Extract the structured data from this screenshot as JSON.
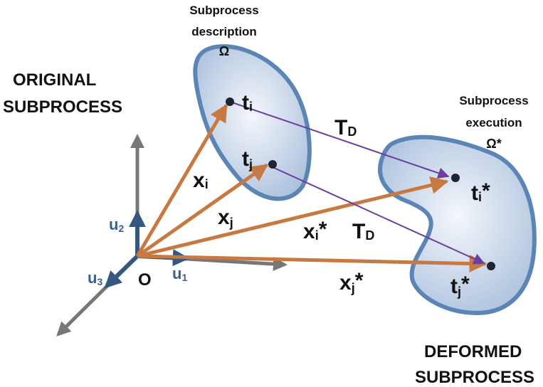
{
  "labels": {
    "original_line1": "ORIGINAL",
    "original_line2": "SUBPROCESS",
    "deformed_line1": "DEFORMED",
    "deformed_line2": "SUBPROCESS",
    "desc_line1": "Subprocess",
    "desc_line2": "description",
    "desc_symbol": "Ω",
    "exec_line1": "Subprocess",
    "exec_line2": "execution",
    "exec_symbol": "Ω*"
  },
  "math": {
    "t": "t",
    "x": "x",
    "T": "T",
    "sub_i": "i",
    "sub_j": "j",
    "sub_D": "D",
    "star": "*"
  },
  "axes": {
    "origin": "O",
    "u1": "u",
    "u1_sub": "1",
    "u2": "u",
    "u2_sub": "2",
    "u3": "u",
    "u3_sub": "3"
  },
  "colors": {
    "blob_stroke": "#5b85b5",
    "blob_fill_light": "#f4f7fb",
    "blob_fill_dark": "#a9bfdc",
    "position_vector": "#c87941",
    "mapping_arrow": "#6a3fa0",
    "axis_gray": "#777777",
    "axis_blue": "#34587f",
    "text": "#111111"
  }
}
